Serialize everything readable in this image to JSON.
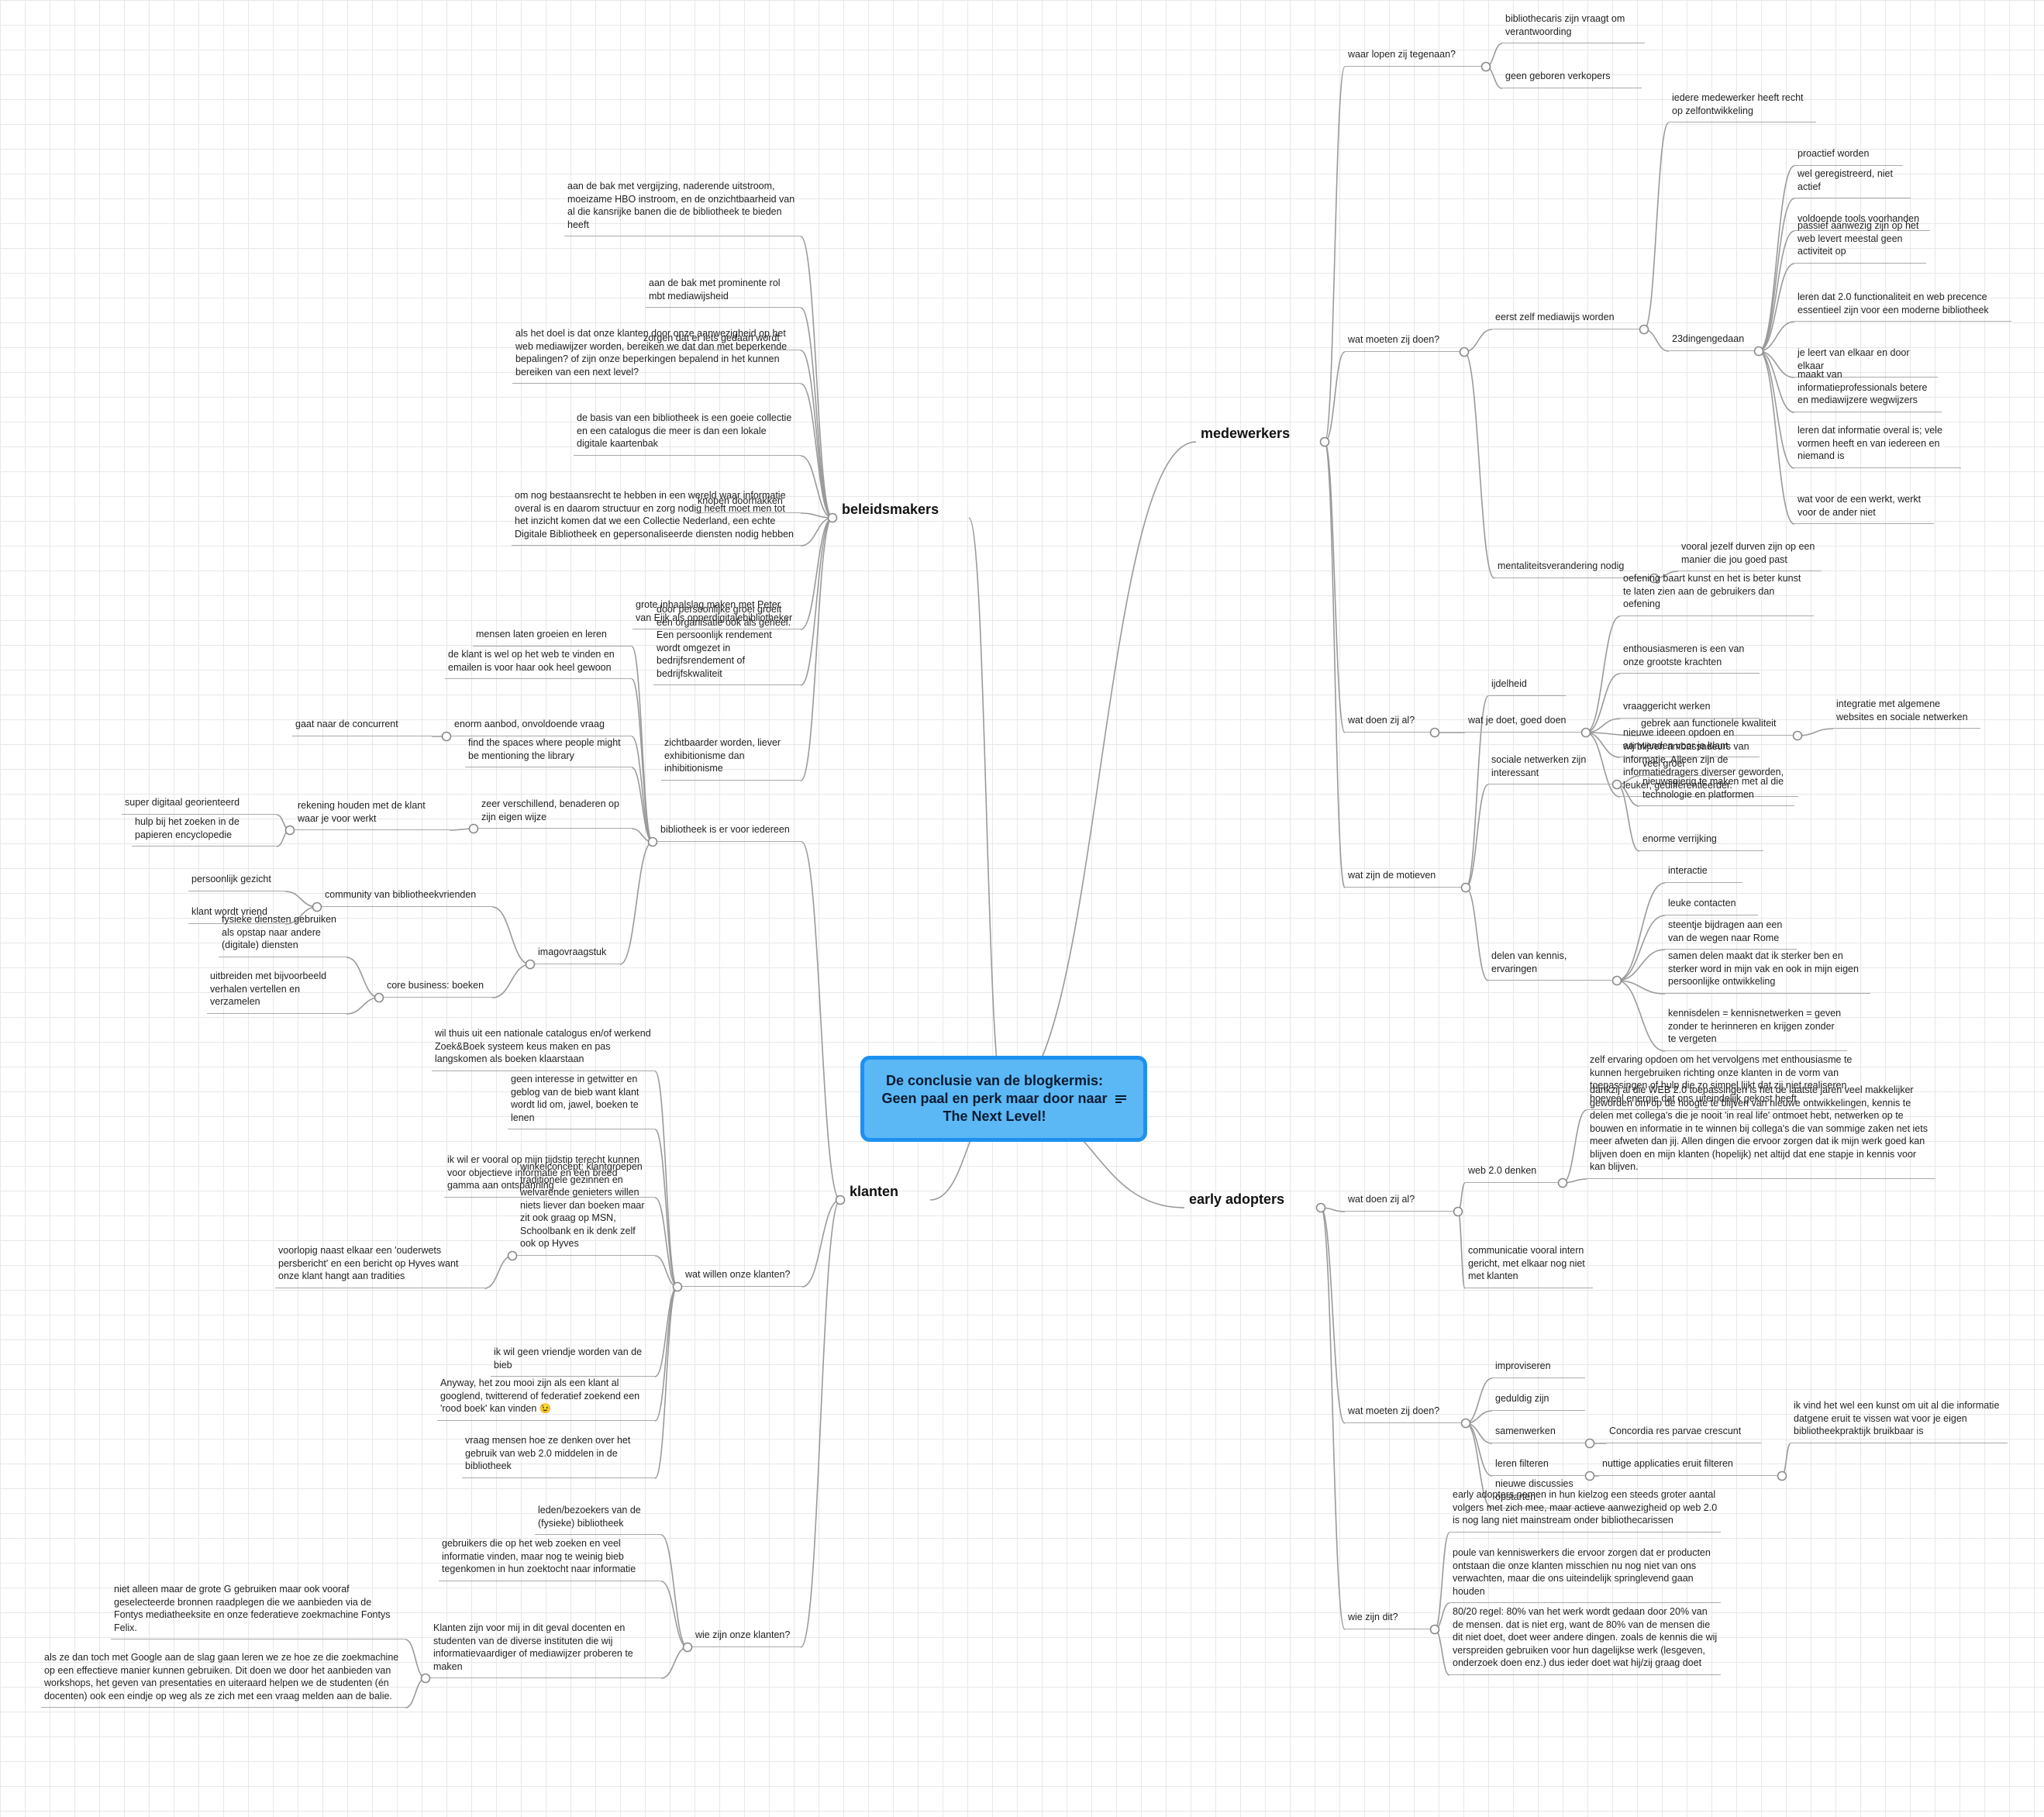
{
  "root": {
    "title": "De conclusie van de blogkermis:\nGeen paal en perk maar door naar\nThe Next Level!",
    "note_icon": "note-icon"
  },
  "branches": [
    {
      "id": "beleidsmakers",
      "label": "beleidsmakers",
      "children": [
        {
          "id": "b1",
          "label": "aan de bak met vergijzing, naderende uitstroom, moeizame HBO instroom, en de onzichtbaarheid van al die kansrijke banen die de bibliotheek te bieden heeft"
        },
        {
          "id": "b2",
          "label": "aan de bak met prominente rol mbt mediawijsheid"
        },
        {
          "id": "b3",
          "label": "zorgen dat er iets gedaan wordt"
        },
        {
          "id": "b4",
          "label": "als het doel is dat onze klanten door onze aanwezigheid op het web mediawijzer worden, bereiken we dat dan met beperkende bepalingen? of zijn onze beperkingen bepalend in het kunnen bereiken van een next level?"
        },
        {
          "id": "b5",
          "label": "de basis van een bibliotheek is een goeie collectie en een catalogus die meer is dan een lokale digitale kaartenbak"
        },
        {
          "id": "b6",
          "label": "knopen doorhakken"
        },
        {
          "id": "b7",
          "label": "om nog bestaansrecht te hebben in een wereld waar informatie overal is en daarom structuur en zorg nodig heeft moet men tot het inzicht komen dat we een Collectie Nederland, een echte Digitale Bibliotheek en gepersonaliseerde diensten nodig hebben"
        },
        {
          "id": "b8",
          "label": "grote inhaalslag maken met Peter van Eijk als opperdigitalebibliotheker"
        },
        {
          "id": "b9",
          "label": "door persoonlijke groei groeit een organisatie ook als geheel. Een persoonlijk rendement wordt omgezet in bedrijfsrendement of bedrijfskwaliteit"
        },
        {
          "id": "b10",
          "label": "zichtbaarder worden, liever exhibitionisme dan inhibitionisme"
        }
      ]
    },
    {
      "id": "klanten",
      "label": "klanten",
      "children": [
        {
          "id": "k1",
          "label": "bibliotheek is er voor iedereen",
          "children": [
            {
              "id": "k1a",
              "label": "mensen laten groeien en leren"
            },
            {
              "id": "k1b",
              "label": "de klant is wel op het web te vinden en emailen is voor haar ook heel gewoon"
            },
            {
              "id": "k1c",
              "label": "enorm aanbod, onvoldoende vraag",
              "children": [
                {
                  "id": "k1c1",
                  "label": "gaat naar de concurrent"
                }
              ]
            },
            {
              "id": "k1d",
              "label": "find the spaces where people might be mentioning the library"
            },
            {
              "id": "k1e",
              "label": "zeer verschillend, benaderen op zijn eigen wijze",
              "children": [
                {
                  "id": "k1e1",
                  "label": "rekening houden met de klant waar je voor werkt",
                  "children": [
                    {
                      "id": "k1e1a",
                      "label": "super digitaal georienteerd"
                    },
                    {
                      "id": "k1e1b",
                      "label": "hulp bij het zoeken in de papieren encyclopedie"
                    }
                  ]
                }
              ]
            },
            {
              "id": "k1f",
              "label": "imagovraagstuk",
              "children": [
                {
                  "id": "k1f1",
                  "label": "community van bibliotheekvrienden",
                  "children": [
                    {
                      "id": "k1f1a",
                      "label": "persoonlijk gezicht"
                    },
                    {
                      "id": "k1f1b",
                      "label": "klant wordt vriend"
                    }
                  ]
                },
                {
                  "id": "k1f2",
                  "label": "core business: boeken",
                  "children": [
                    {
                      "id": "k1f2a",
                      "label": "fysieke diensten gebruiken als opstap naar andere (digitale) diensten"
                    },
                    {
                      "id": "k1f2b",
                      "label": "uitbreiden met bijvoorbeeld verhalen vertellen en verzamelen"
                    }
                  ]
                }
              ]
            }
          ]
        },
        {
          "id": "k2",
          "label": "wat willen onze klanten?",
          "children": [
            {
              "id": "k2a",
              "label": "wil thuis uit een nationale catalogus en/of werkend Zoek&Boek systeem keus maken en pas langskomen als boeken klaarstaan"
            },
            {
              "id": "k2b",
              "label": "geen interesse in getwitter en geblog van de bieb want klant wordt lid om, jawel, boeken te lenen"
            },
            {
              "id": "k2c",
              "label": "ik wil er vooral op mijn tijdstip  terecht kunnen voor objectieve informatie en een breed gamma aan ontspanning"
            },
            {
              "id": "k2d",
              "label": "winkelconcept: klantgroepen traditionele gezinnen en welvarende genieters willen niets liever dan boeken maar zit ook graag op MSN, Schoolbank en ik denk zelf ook op Hyves",
              "children": [
                {
                  "id": "k2d1",
                  "label": "voorlopig naast elkaar een 'ouderwets persbericht' en een bericht op Hyves want onze klant hangt aan tradities"
                }
              ]
            },
            {
              "id": "k2e",
              "label": "ik wil geen vriendje worden van de bieb"
            },
            {
              "id": "k2f",
              "label": "Anyway, het zou mooi zijn als een klant al googlend, twitterend of federatief zoekend een 'rood boek' kan vinden 😉"
            },
            {
              "id": "k2g",
              "label": "vraag mensen hoe ze denken over het gebruik van web 2.0 middelen in de bibliotheek"
            }
          ]
        },
        {
          "id": "k3",
          "label": "wie zijn onze klanten?",
          "children": [
            {
              "id": "k3a",
              "label": "leden/bezoekers van de (fysieke) bibliotheek"
            },
            {
              "id": "k3b",
              "label": "gebruikers die op het web zoeken en veel informatie vinden, maar nog te weinig bieb tegenkomen in hun zoektocht naar informatie"
            },
            {
              "id": "k3c",
              "label": "Klanten zijn voor mij in dit geval docenten en studenten van de diverse instituten die wij informatievaardiger of mediawijzer proberen te maken",
              "children": [
                {
                  "id": "k3c1",
                  "label": "niet alleen maar de grote G gebruiken maar ook vooraf geselecteerde bronnen raadplegen die we aanbieden via de Fontys mediatheeksite en onze federatieve zoekmachine Fontys Felix."
                },
                {
                  "id": "k3c2",
                  "label": "als ze dan toch met Google aan de slag gaan leren we ze hoe ze die zoekmachine op een effectieve manier kunnen gebruiken. Dit doen we door het aanbieden van workshops, het geven van presentaties en uiteraard helpen we de studenten (én docenten) ook een eindje op weg als ze zich met een vraag melden aan de balie."
                }
              ]
            }
          ]
        }
      ]
    },
    {
      "id": "medewerkers",
      "label": "medewerkers",
      "children": [
        {
          "id": "m1",
          "label": "waar lopen zij tegenaan?",
          "children": [
            {
              "id": "m1a",
              "label": "bibliothecaris zijn vraagt om verantwoording"
            },
            {
              "id": "m1b",
              "label": "geen geboren verkopers"
            }
          ]
        },
        {
          "id": "m2",
          "label": "wat moeten zij doen?",
          "children": [
            {
              "id": "m2a",
              "label": "eerst zelf mediawijs worden",
              "children": [
                {
                  "id": "m2a1",
                  "label": "iedere medewerker heeft recht op zelfontwikkeling"
                },
                {
                  "id": "m2a2",
                  "label": "23dingengedaan",
                  "children": [
                    {
                      "id": "m2a2a",
                      "label": "proactief worden"
                    },
                    {
                      "id": "m2a2b",
                      "label": "wel geregistreerd, niet actief"
                    },
                    {
                      "id": "m2a2c",
                      "label": "voldoende tools voorhanden"
                    },
                    {
                      "id": "m2a2d",
                      "label": "passief aanwezig zijn op het web levert meestal geen activiteit op"
                    },
                    {
                      "id": "m2a2e",
                      "label": "leren dat 2.0 functionaliteit en web precence essentieel zijn voor een moderne bibliotheek"
                    },
                    {
                      "id": "m2a2f",
                      "label": "je leert van elkaar en door elkaar"
                    },
                    {
                      "id": "m2a2g",
                      "label": "maakt van informatieprofessionals betere en mediawijzere wegwijzers"
                    },
                    {
                      "id": "m2a2h",
                      "label": "leren dat informatie overal is; vele vormen heeft en van iedereen en niemand is"
                    },
                    {
                      "id": "m2a2i",
                      "label": "wat voor de een werkt, werkt voor de ander niet"
                    }
                  ]
                }
              ]
            },
            {
              "id": "m2b",
              "label": "mentaliteitsverandering nodig",
              "children": [
                {
                  "id": "m2b1",
                  "label": "vooral jezelf durven zijn op een manier die jou goed past"
                }
              ]
            }
          ]
        },
        {
          "id": "m3",
          "label": "wat doen zij al?",
          "children": [
            {
              "id": "m3a",
              "label": "wat je doet, goed doen",
              "children": [
                {
                  "id": "m3a1",
                  "label": "oefening baart kunst en het is beter kunst te laten zien aan de gebruikers dan oefening"
                },
                {
                  "id": "m3a2",
                  "label": "enthousiasmeren is een van onze grootste krachten"
                },
                {
                  "id": "m3a3",
                  "label": "vraaggericht werken"
                },
                {
                  "id": "m3a4",
                  "label": "gebrek aan functionele kwaliteit",
                  "children": [
                    {
                      "id": "m3a4a",
                      "label": "integratie met algemene websites en sociale netwerken"
                    }
                  ]
                },
                {
                  "id": "m3a5",
                  "label": "nieuwe ideeen opdoen en aanwenden voor je klant"
                },
                {
                  "id": "m3a6",
                  "label": "wij blijven ambassadeurs van informatie. Alleen zijn de informatiedragers diverser geworden, leuker, gedifferentieerder."
                }
              ]
            }
          ]
        },
        {
          "id": "m4",
          "label": "wat zijn de motieven",
          "children": [
            {
              "id": "m4a",
              "label": "ijdelheid"
            },
            {
              "id": "m4b",
              "label": "sociale netwerken zijn interessant",
              "children": [
                {
                  "id": "m4b1",
                  "label": "veel groei"
                },
                {
                  "id": "m4b2",
                  "label": "nieuwsgierig te maken met al die technologie en platformen"
                },
                {
                  "id": "m4b3",
                  "label": "enorme verrijking"
                }
              ]
            },
            {
              "id": "m4c",
              "label": "delen van kennis, ervaringen",
              "children": [
                {
                  "id": "m4c1",
                  "label": "interactie"
                },
                {
                  "id": "m4c2",
                  "label": "leuke contacten"
                },
                {
                  "id": "m4c3",
                  "label": "steentje bijdragen aan een van de wegen naar Rome"
                },
                {
                  "id": "m4c4",
                  "label": "samen delen maakt dat ik sterker ben en sterker word in mijn vak en ook in mijn eigen persoonlijke ontwikkeling"
                },
                {
                  "id": "m4c5",
                  "label": "kennisdelen = kennisnetwerken = geven zonder te herinneren en krijgen zonder te vergeten"
                }
              ]
            }
          ]
        }
      ]
    },
    {
      "id": "early",
      "label": "early adopters",
      "children": [
        {
          "id": "e1",
          "label": "wat doen zij al?",
          "children": [
            {
              "id": "e1a",
              "label": "web 2.0 denken",
              "children": [
                {
                  "id": "e1a1",
                  "label": "zelf ervaring opdoen om het vervolgens met enthousiasme te kunnen hergebruiken richting onze klanten in de vorm van toepassingen of hulp die zo simpel lijkt dat zij niet realiseren hoeveel energie dat ons uiteindelijk gekost heeft"
                },
                {
                  "id": "e1a2",
                  "label": "dankzij al die WEB 2.0 toepassingen is het de laatste jaren veel makkelijker geworden om op de hoogte te blijven van nieuwe ontwikkelingen, kennis te delen met collega's die je nooit 'in real life' ontmoet hebt, netwerken op te bouwen en informatie in te winnen bij collega's die van sommige zaken net iets meer afweten dan jij. Allen dingen die ervoor zorgen dat ik mijn werk goed kan blijven doen en mijn klanten (hopelijk) net altijd dat ene stapje in kennis voor kan blijven."
                }
              ]
            },
            {
              "id": "e1b",
              "label": "communicatie vooral intern gericht, met elkaar nog niet met klanten"
            }
          ]
        },
        {
          "id": "e2",
          "label": "wat moeten zij doen?",
          "children": [
            {
              "id": "e2a",
              "label": "improviseren"
            },
            {
              "id": "e2b",
              "label": "geduldig zijn"
            },
            {
              "id": "e2c",
              "label": "samenwerken",
              "children": [
                {
                  "id": "e2c1",
                  "label": "Concordia res parvae crescunt"
                }
              ]
            },
            {
              "id": "e2d",
              "label": "leren filteren",
              "children": [
                {
                  "id": "e2d1",
                  "label": "nuttige applicaties eruit filteren",
                  "children": [
                    {
                      "id": "e2d1a",
                      "label": "ik vind het wel een kunst om uit al die informatie datgene eruit te vissen wat voor je eigen bibliotheekpraktijk bruikbaar is"
                    }
                  ]
                }
              ]
            },
            {
              "id": "e2e",
              "label": "nieuwe discussies opstarten"
            }
          ]
        },
        {
          "id": "e3",
          "label": "wie zijn dit?",
          "children": [
            {
              "id": "e3a",
              "label": "early adopters nemen in hun kielzog een steeds groter aantal volgers met zich mee, maar actieve aanwezigheid op web 2.0 is nog lang niet mainstream onder bibliothecarissen"
            },
            {
              "id": "e3b",
              "label": "poule van kenniswerkers die ervoor zorgen dat er producten ontstaan die onze klanten misschien nu nog niet van ons verwachten, maar die ons uiteindelijk springlevend gaan houden"
            },
            {
              "id": "e3c",
              "label": "80/20 regel: 80% van het werk wordt gedaan door 20% van de mensen. dat is niet erg, want de 80% van de mensen die dit niet doet, doet weer andere dingen. zoals de kennis die wij verspreiden gebruiken voor hun dagelijkse werk (lesgeven, onderzoek doen enz.) dus ieder doet wat hij/zij graag doet"
            }
          ]
        }
      ]
    }
  ]
}
